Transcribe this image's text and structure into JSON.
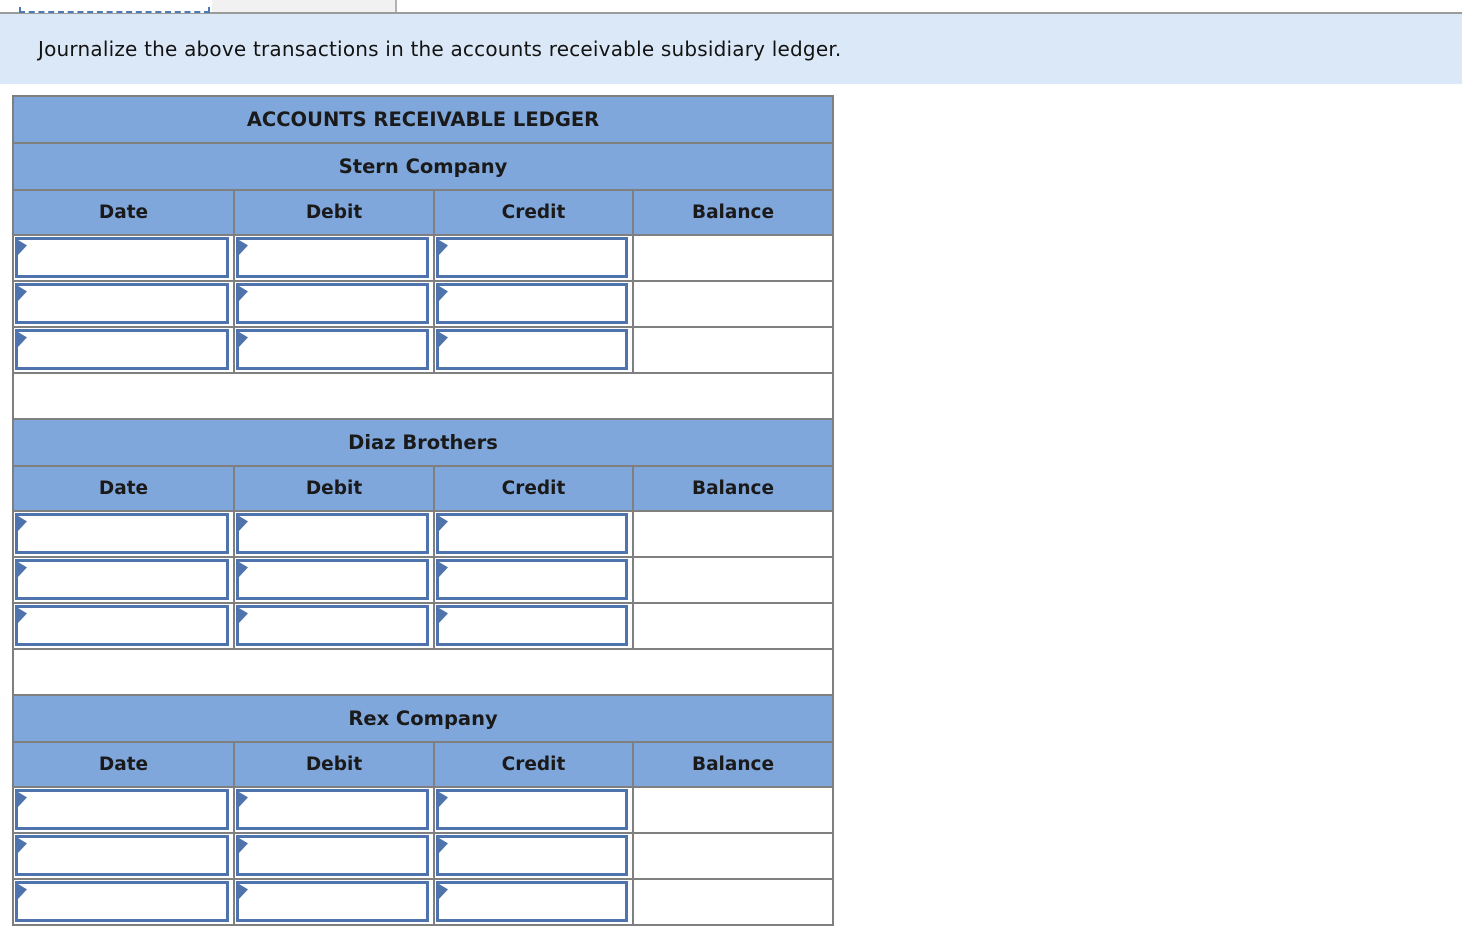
{
  "top_tabs": {
    "selected_tab_label": "",
    "second_tab_label": ""
  },
  "instruction": "Journalize the above transactions in the accounts receivable subsidiary ledger.",
  "ledger": {
    "title": "ACCOUNTS RECEIVABLE LEDGER",
    "columns": [
      "Date",
      "Debit",
      "Credit",
      "Balance"
    ],
    "sections": [
      {
        "name": "Stern Company",
        "rows": [
          [
            "",
            "",
            "",
            ""
          ],
          [
            "",
            "",
            "",
            ""
          ],
          [
            "",
            "",
            "",
            ""
          ]
        ]
      },
      {
        "name": "Diaz Brothers",
        "rows": [
          [
            "",
            "",
            "",
            ""
          ],
          [
            "",
            "",
            "",
            ""
          ],
          [
            "",
            "",
            "",
            ""
          ]
        ]
      },
      {
        "name": "Rex Company",
        "rows": [
          [
            "",
            "",
            "",
            ""
          ],
          [
            "",
            "",
            "",
            ""
          ],
          [
            "",
            "",
            "",
            ""
          ]
        ]
      }
    ]
  },
  "colors": {
    "header_blue": "#7fa7db",
    "input_border_blue": "#4e73ad",
    "banner_blue": "#dbe8f7",
    "grid_gray": "#7f7f7f",
    "tab_dashed_border": "#4f79b5"
  }
}
